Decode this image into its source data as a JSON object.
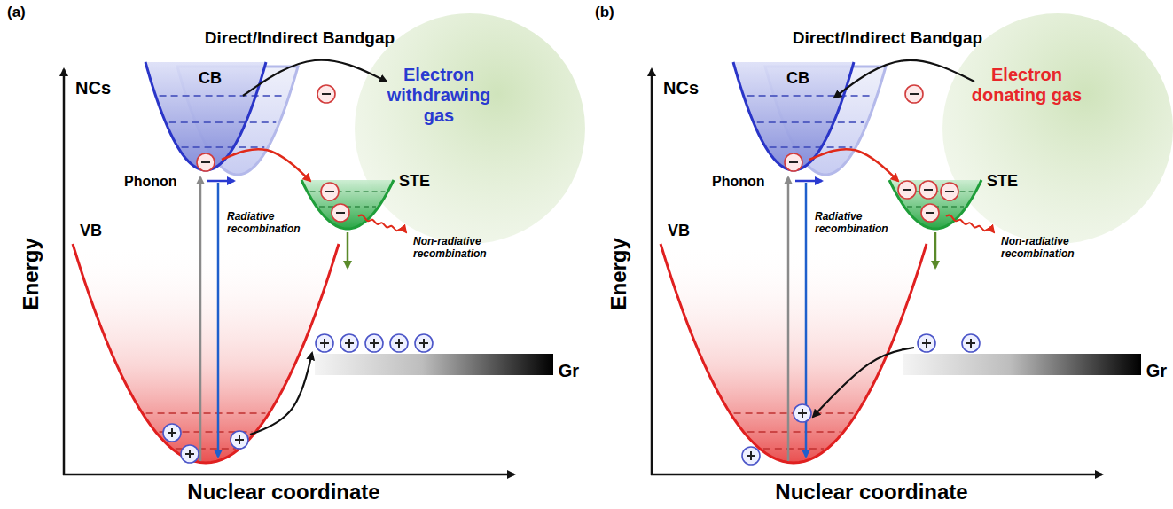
{
  "diagram": {
    "nodes": [
      {
        "text": [
          "Electron withdrawing gas"
        ]
      },
      {
        "text": [
          "Gr"
        ]
      },
      {
        "text": [
          "Electron donating gas"
        ]
      },
      {
        "text": [
          "Gr"
        ]
      }
    ],
    "labels": [
      "(a)",
      "Direct/Indirect Bandgap",
      "NCs",
      "Energy",
      "CB",
      "Phonon",
      "STE",
      "VB",
      "Radiative recombination",
      "Non-radiative recombination",
      "Nuclear coordinate",
      "(b)",
      "Direct/Indirect Bandgap",
      "NCs",
      "Energy",
      "CB",
      "Phonon",
      "STE",
      "VB",
      "Radiative recombination",
      "Non-radiative recombination",
      "Nuclear coordinate"
    ]
  }
}
